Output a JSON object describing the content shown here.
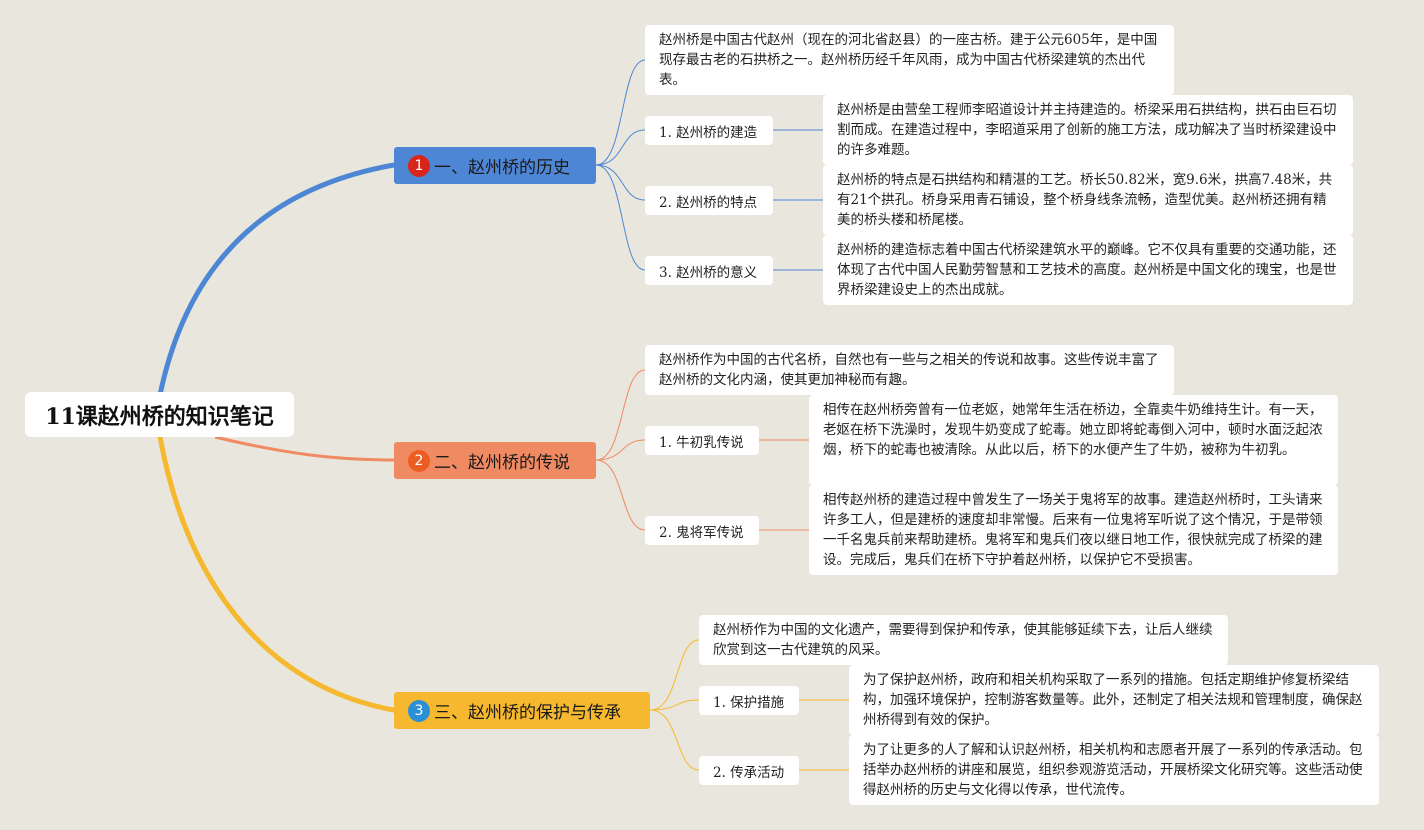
{
  "root": {
    "title": "11课赵州桥的知识笔记"
  },
  "colors": {
    "branch1": "#4d86d4",
    "branch2": "#f08a63",
    "branch3": "#f5b82e",
    "badge1": "#d9261c",
    "badge2": "#ec5d22",
    "badge3": "#2b8fd6",
    "background": "#e9e6dd"
  },
  "branches": [
    {
      "badge": "1",
      "label": "一、赵州桥的历史",
      "intro": "赵州桥是中国古代赵州（现在的河北省赵县）的一座古桥。建于公元605年，是中国现存最古老的石拱桥之一。赵州桥历经千年风雨，成为中国古代桥梁建筑的杰出代表。",
      "items": [
        {
          "label": "1. 赵州桥的建造",
          "detail": "赵州桥是由营垒工程师李昭道设计并主持建造的。桥梁采用石拱结构，拱石由巨石切割而成。在建造过程中，李昭道采用了创新的施工方法，成功解决了当时桥梁建设中的许多难题。"
        },
        {
          "label": "2. 赵州桥的特点",
          "detail": "赵州桥的特点是石拱结构和精湛的工艺。桥长50.82米，宽9.6米，拱高7.48米，共有21个拱孔。桥身采用青石铺设，整个桥身线条流畅，造型优美。赵州桥还拥有精美的桥头楼和桥尾楼。"
        },
        {
          "label": "3. 赵州桥的意义",
          "detail": "赵州桥的建造标志着中国古代桥梁建筑水平的巅峰。它不仅具有重要的交通功能，还体现了古代中国人民勤劳智慧和工艺技术的高度。赵州桥是中国文化的瑰宝，也是世界桥梁建设史上的杰出成就。"
        }
      ]
    },
    {
      "badge": "2",
      "label": "二、赵州桥的传说",
      "intro": "赵州桥作为中国的古代名桥，自然也有一些与之相关的传说和故事。这些传说丰富了赵州桥的文化内涵，使其更加神秘而有趣。",
      "items": [
        {
          "label": "1. 牛初乳传说",
          "detail": "相传在赵州桥旁曾有一位老妪，她常年生活在桥边，全靠卖牛奶维持生计。有一天，老妪在桥下洗澡时，发现牛奶变成了蛇毒。她立即将蛇毒倒入河中，顿时水面泛起浓烟，桥下的蛇毒也被清除。从此以后，桥下的水便产生了牛奶，被称为牛初乳。"
        },
        {
          "label": "2. 鬼将军传说",
          "detail": "相传赵州桥的建造过程中曾发生了一场关于鬼将军的故事。建造赵州桥时，工头请来许多工人，但是建桥的速度却非常慢。后来有一位鬼将军听说了这个情况，于是带领一千名鬼兵前来帮助建桥。鬼将军和鬼兵们夜以继日地工作，很快就完成了桥梁的建设。完成后，鬼兵们在桥下守护着赵州桥，以保护它不受损害。"
        }
      ]
    },
    {
      "badge": "3",
      "label": "三、赵州桥的保护与传承",
      "intro": "赵州桥作为中国的文化遗产，需要得到保护和传承，使其能够延续下去，让后人继续欣赏到这一古代建筑的风采。",
      "items": [
        {
          "label": "1. 保护措施",
          "detail": "为了保护赵州桥，政府和相关机构采取了一系列的措施。包括定期维护修复桥梁结构，加强环境保护，控制游客数量等。此外，还制定了相关法规和管理制度，确保赵州桥得到有效的保护。"
        },
        {
          "label": "2. 传承活动",
          "detail": "为了让更多的人了解和认识赵州桥，相关机构和志愿者开展了一系列的传承活动。包括举办赵州桥的讲座和展览，组织参观游览活动，开展桥梁文化研究等。这些活动使得赵州桥的历史与文化得以传承，世代流传。"
        }
      ]
    }
  ]
}
